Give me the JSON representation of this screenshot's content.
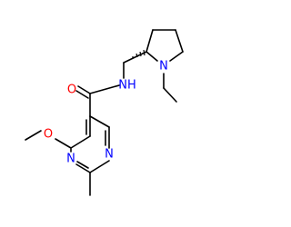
{
  "molecule": {
    "atoms": {
      "amide_oxygen": {
        "text": "O",
        "color": "#ff0000"
      },
      "amide_nitrogen": {
        "text": "NH",
        "color": "#0000ff"
      },
      "ring_nitrogen_pyrrolidine": {
        "text": "N",
        "color": "#0000ff"
      },
      "methoxy_oxygen": {
        "text": "O",
        "color": "#ff0000"
      },
      "pyrimidine_nitrogen_1": {
        "text": "N",
        "color": "#0000ff"
      },
      "pyrimidine_nitrogen_2": {
        "text": "N",
        "color": "#0000ff"
      }
    },
    "bond_color": "#000000",
    "stereo_wedge": "hashed"
  }
}
